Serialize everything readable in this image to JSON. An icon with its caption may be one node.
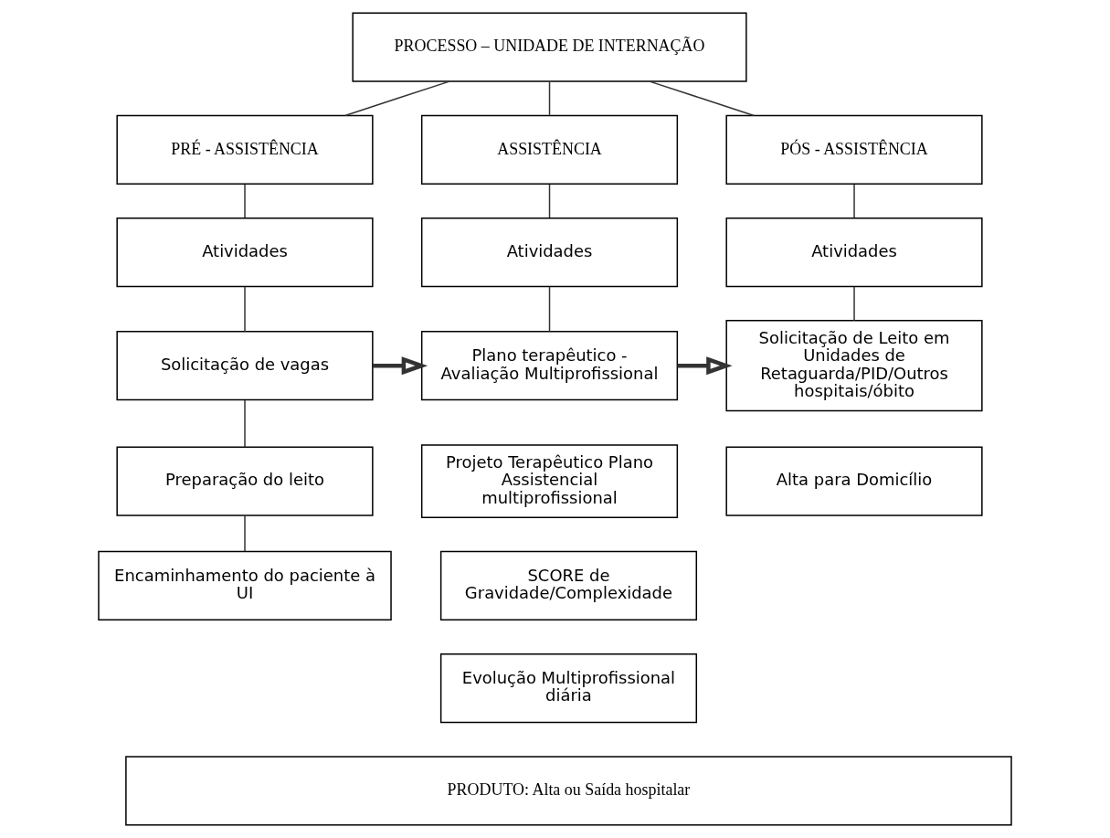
{
  "diagram": {
    "nodes": [
      {
        "text": [
          "PROCESSO – UNIDADE DE INTERNAÇÃO"
        ]
      },
      {
        "text": [
          "PRÉ - ASSISTÊNCIA"
        ]
      },
      {
        "text": [
          "ASSISTÊNCIA"
        ]
      },
      {
        "text": [
          "PÓS - ASSISTÊNCIA"
        ]
      },
      {
        "text": [
          "Atividades"
        ]
      },
      {
        "text": [
          "Solicitação de vagas"
        ]
      },
      {
        "text": [
          "Preparação do leito"
        ]
      },
      {
        "text": [
          "Encaminhamento do paciente à UI"
        ]
      },
      {
        "text": [
          "Atividades"
        ]
      },
      {
        "text": [
          "Plano terapêutico - Avaliação Multiprofissional"
        ]
      },
      {
        "text": [
          "Projeto Terapêutico Plano Assistencial multiprofissional"
        ]
      },
      {
        "text": [
          "SCORE de Gravidade/Complexidade"
        ]
      },
      {
        "text": [
          "Evolução Multiprofissional diária"
        ]
      },
      {
        "text": [
          "Atividades"
        ]
      },
      {
        "text": [
          "Solicitação de Leito em Unidades de Retaguarda/PID/Outros hospitais/óbito"
        ]
      },
      {
        "text": [
          "Alta para Domicílio"
        ]
      },
      {
        "text": [
          "PRODUTO: Alta ou Saída hospitalar"
        ]
      }
    ],
    "edges": [
      {
        "from": 0,
        "to": 1,
        "arrow": "none"
      },
      {
        "from": 0,
        "to": 2,
        "arrow": "none"
      },
      {
        "from": 0,
        "to": 3,
        "arrow": "none"
      },
      {
        "from": 1,
        "to": 4,
        "arrow": "none"
      },
      {
        "from": 4,
        "to": 5,
        "arrow": "none"
      },
      {
        "from": 5,
        "to": 6,
        "arrow": "none"
      },
      {
        "from": 6,
        "to": 7,
        "arrow": "none"
      },
      {
        "from": 2,
        "to": 8,
        "arrow": "none"
      },
      {
        "from": 8,
        "to": 9,
        "arrow": "none"
      },
      {
        "from": 3,
        "to": 13,
        "arrow": "none"
      },
      {
        "from": 13,
        "to": 14,
        "arrow": "none"
      },
      {
        "from": 5,
        "to": 9,
        "arrow": "to",
        "style": "thick"
      },
      {
        "from": 9,
        "to": 14,
        "arrow": "to",
        "style": "thick"
      }
    ]
  }
}
